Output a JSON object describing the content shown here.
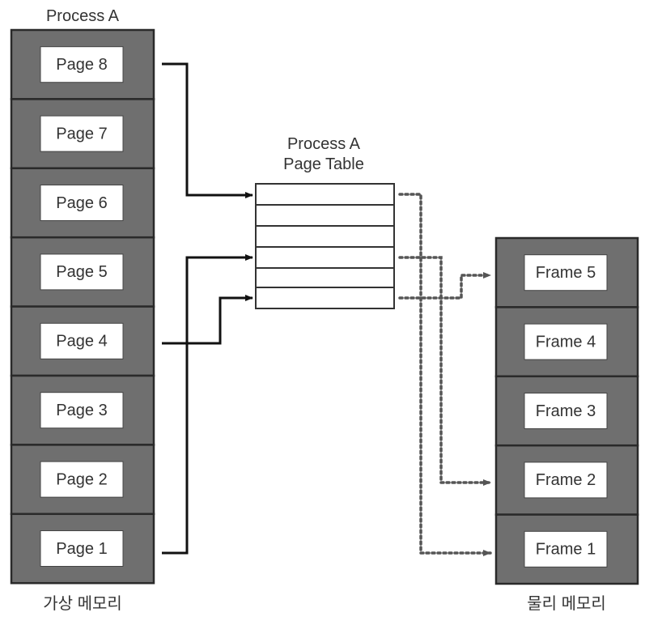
{
  "virtual_memory": {
    "title": "Process A",
    "caption": "가상 메모리",
    "pages": [
      "Page 8",
      "Page 7",
      "Page 6",
      "Page 5",
      "Page 4",
      "Page 3",
      "Page 2",
      "Page 1"
    ]
  },
  "page_table": {
    "title_line1": "Process A",
    "title_line2": "Page Table",
    "rows": 6
  },
  "physical_memory": {
    "caption": "물리 메모리",
    "frames": [
      "Frame 5",
      "Frame 4",
      "Frame 3",
      "Frame 2",
      "Frame 1"
    ]
  }
}
